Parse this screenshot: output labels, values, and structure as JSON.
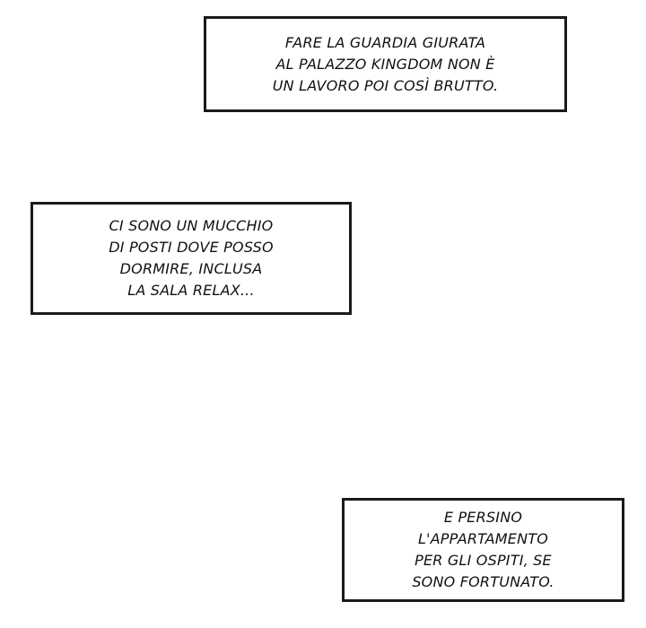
{
  "captions": [
    {
      "lines": [
        "FARE LA GUARDIA GIURATA",
        "AL PALAZZO KINGDOM NON È",
        "UN LAVORO POI COSÌ BRUTTO."
      ]
    },
    {
      "lines": [
        "CI SONO UN MUCCHIO",
        "DI POSTI DOVE POSSO",
        "DORMIRE, INCLUSA",
        "LA SALA RELAX..."
      ]
    },
    {
      "lines": [
        "E PERSINO",
        "L'APPARTAMENTO",
        "PER GLI OSPITI, SE",
        "SONO FORTUNATO."
      ]
    }
  ]
}
